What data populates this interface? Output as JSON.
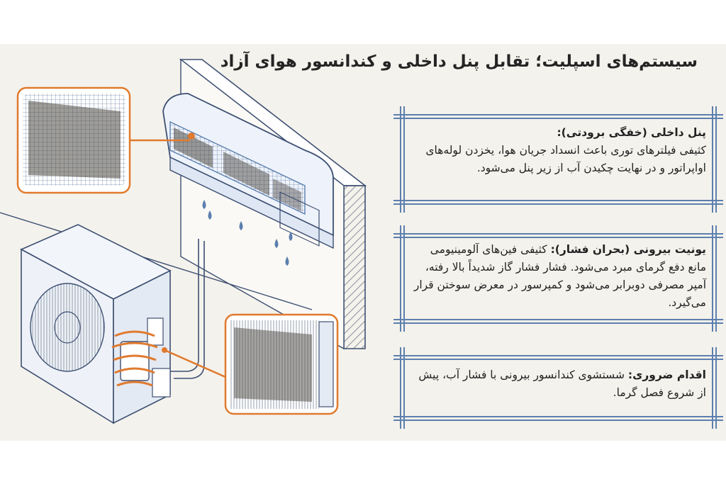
{
  "title": "سیستم‌های اسپلیت؛ تقابل پنل داخلی و کندانسور هوای آزاد",
  "cards": [
    {
      "heading": "پنل داخلی (خفگی برودتی):",
      "body": "کثیفی فیلترهای توری باعث انسداد جریان هوا، یخزدن لوله‌های اواپراتور و در نهایت چکیدن آب از زیر پنل می‌شود."
    },
    {
      "heading": "یونیت بیرونی (بحران فشار):",
      "body": "کثیفی فین‌های آلومینیومی مانع دفع گرمای مبرد می‌شود. فشار فشار گاز شدیداً بالا رفته، آمپر مصرفی دوبرابر می‌شود و کمپرسور در معرض سوختن قرار می‌گیرد."
    },
    {
      "heading": "اقدام ضروری:",
      "body": "شستشوی کندانسور بیرونی با فشار آب، پیش از شروع فصل گرما."
    }
  ],
  "colors": {
    "background": "#f4f2ec",
    "line": "#3d4f72",
    "frame": "#5c7fae",
    "accent": "#e07a2e",
    "dirt": "#4e4a44"
  }
}
